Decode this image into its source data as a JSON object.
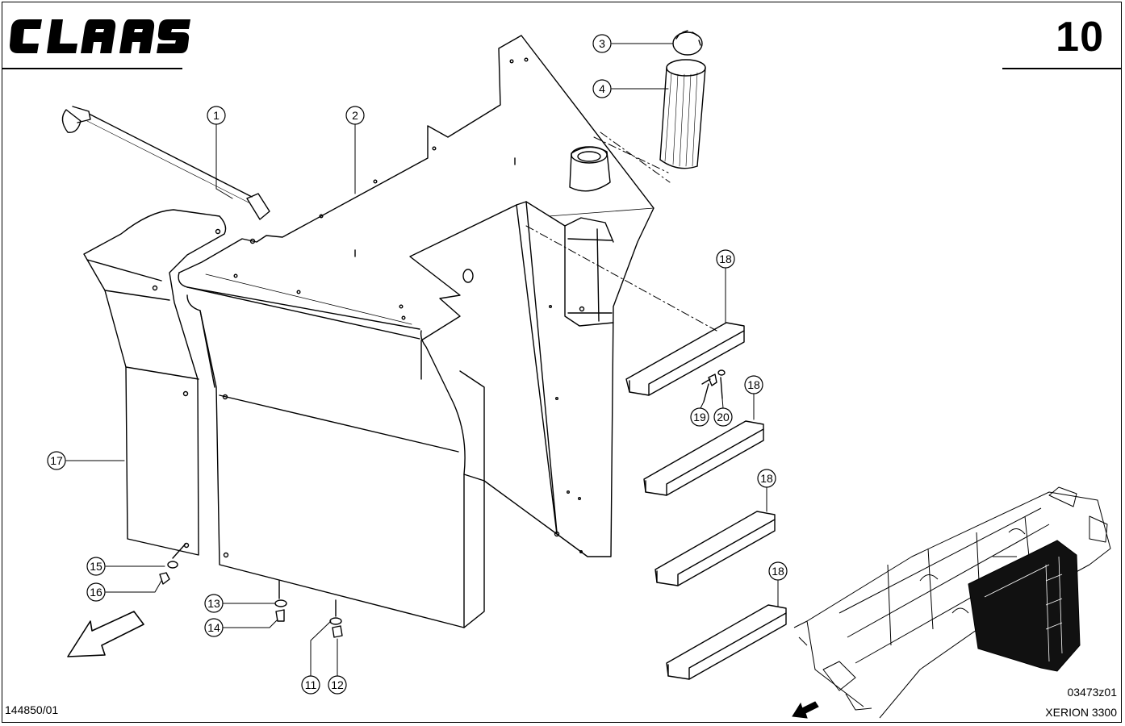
{
  "header": {
    "brand": "CLAAS",
    "page_number": "10"
  },
  "footer": {
    "drawing_id": "144850/01",
    "figure_code": "03473z01",
    "model": "XERION 3300"
  },
  "callouts": [
    "1",
    "2",
    "3",
    "4",
    "11",
    "12",
    "13",
    "14",
    "15",
    "16",
    "17",
    "18",
    "18",
    "18",
    "18",
    "19",
    "20"
  ],
  "colors": {
    "ink": "#000000",
    "paper": "#ffffff",
    "highlight": "#111111"
  },
  "icons": {
    "direction_arrow": "arrow-down-left-icon",
    "brand_logo": "claas-logo"
  }
}
